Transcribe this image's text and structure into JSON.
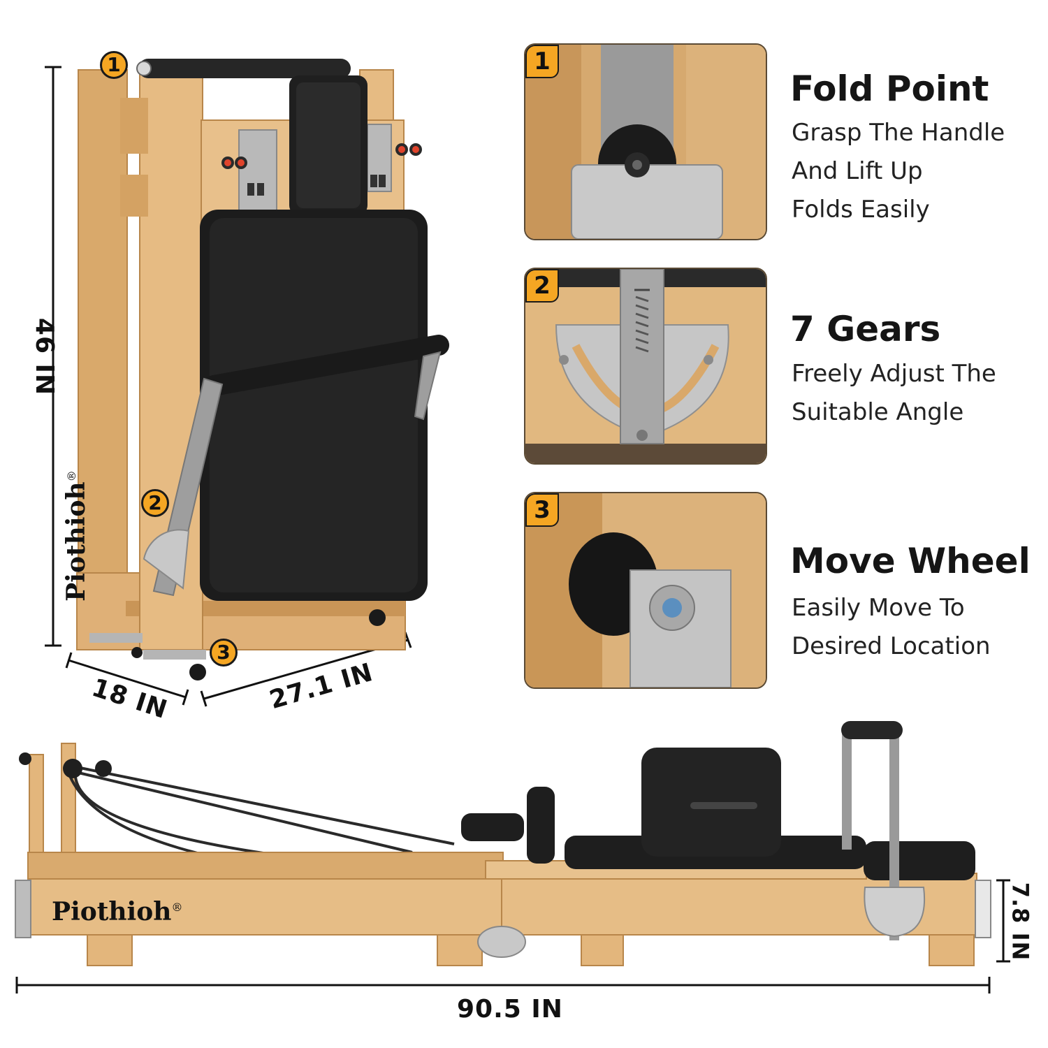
{
  "dimensions": {
    "height": "46 IN",
    "depth": "18 IN",
    "width_folded": "27.1 IN",
    "length": "90.5 IN",
    "frame_height": "7.8 IN"
  },
  "brand": {
    "name": "Piothioh",
    "registered_mark": "®"
  },
  "callouts": [
    "1",
    "2",
    "3"
  ],
  "features": [
    {
      "number": "1",
      "title": "Fold Point",
      "lines": [
        "Grasp The Handle",
        "And Lift Up",
        "Folds Easily"
      ]
    },
    {
      "number": "2",
      "title": "7 Gears",
      "lines": [
        "Freely Adjust The",
        "Suitable Angle"
      ]
    },
    {
      "number": "3",
      "title": "Move Wheel",
      "lines": [
        "Easily Move To",
        "Desired Location"
      ]
    }
  ],
  "colors": {
    "accent": "#f5a623",
    "wood": "#e2b57c",
    "upholstery": "#1e1e1e",
    "steel": "#b8b8b8"
  }
}
